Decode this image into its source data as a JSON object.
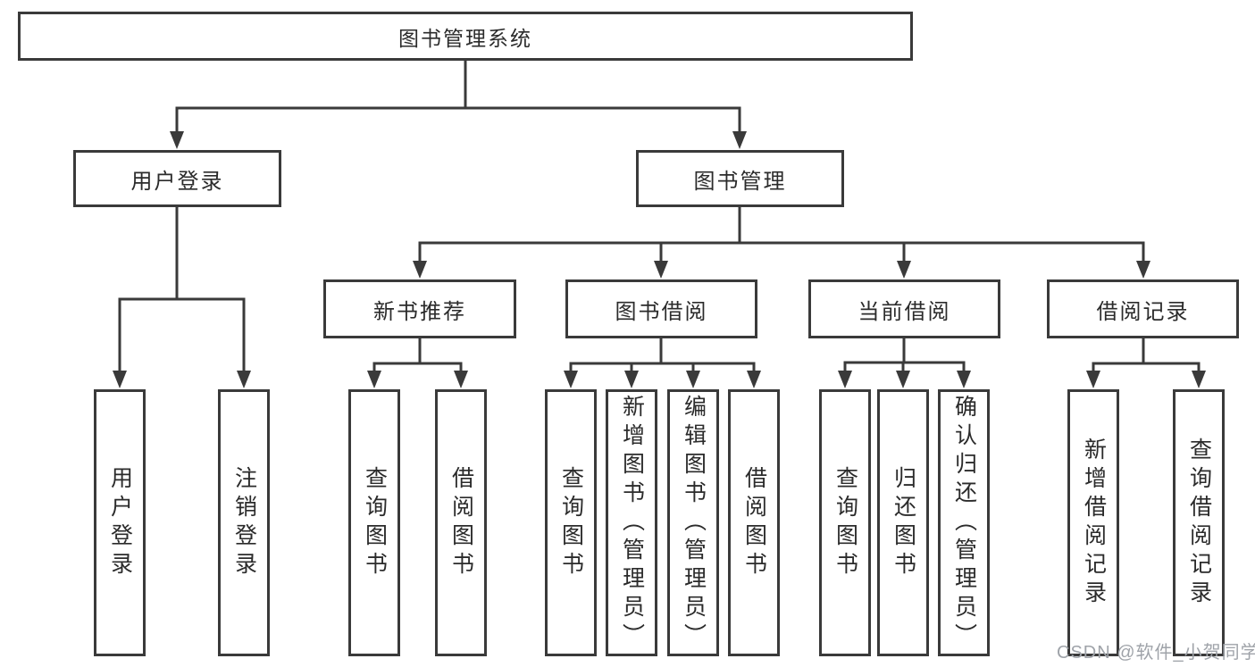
{
  "tree": {
    "root": {
      "label": "图书管理系统"
    },
    "user_login": {
      "label": "用户登录",
      "children": [
        "用户登录",
        "注销登录"
      ]
    },
    "book_mgmt": {
      "label": "图书管理"
    },
    "new_book_rec": {
      "label": "新书推荐",
      "children": [
        "查询图书",
        "借阅图书"
      ]
    },
    "book_borrow": {
      "label": "图书借阅",
      "children": [
        "查询图书",
        "新增图书（管理员）",
        "编辑图书（管理员）",
        "借阅图书"
      ]
    },
    "current_borrow": {
      "label": "当前借阅",
      "children": [
        "查询图书",
        "归还图书",
        "确认归还（管理员）"
      ]
    },
    "borrow_records": {
      "label": "借阅记录",
      "children": [
        "新增借阅记录",
        "查询借阅记录"
      ]
    }
  },
  "watermark": {
    "text": "CSDN @软件_小贺同学"
  },
  "colors": {
    "line": "#3a3a3a",
    "text": "#2b2b2b",
    "background": "#ffffff",
    "box_fill": "#ffffff",
    "watermark": "#9fa3a9"
  }
}
